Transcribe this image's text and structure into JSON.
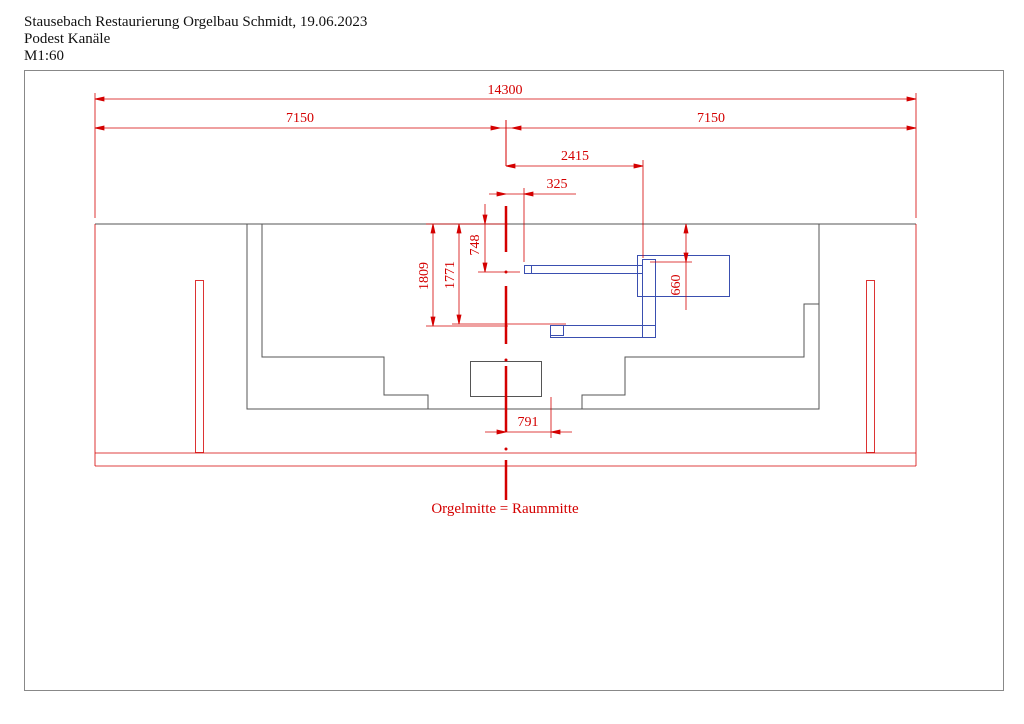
{
  "header": {
    "line1": "Stausebach Restaurierung Orgelbau Schmidt, 19.06.2023",
    "line2": "Podest Kanäle",
    "line3": "M1:60"
  },
  "dimensions": {
    "total_width": "14300",
    "half_left": "7150",
    "half_right": "7150",
    "offset_2415": "2415",
    "offset_325": "325",
    "height_748": "748",
    "height_1809": "1809",
    "height_1771": "1771",
    "height_660": "660",
    "width_791": "791"
  },
  "labels": {
    "center_note": "Orgelmitte = Raummitte"
  },
  "colors": {
    "dimension": "#d40000",
    "outline": "#555555",
    "channel": "#3a4fb0",
    "frame": "#888888"
  }
}
